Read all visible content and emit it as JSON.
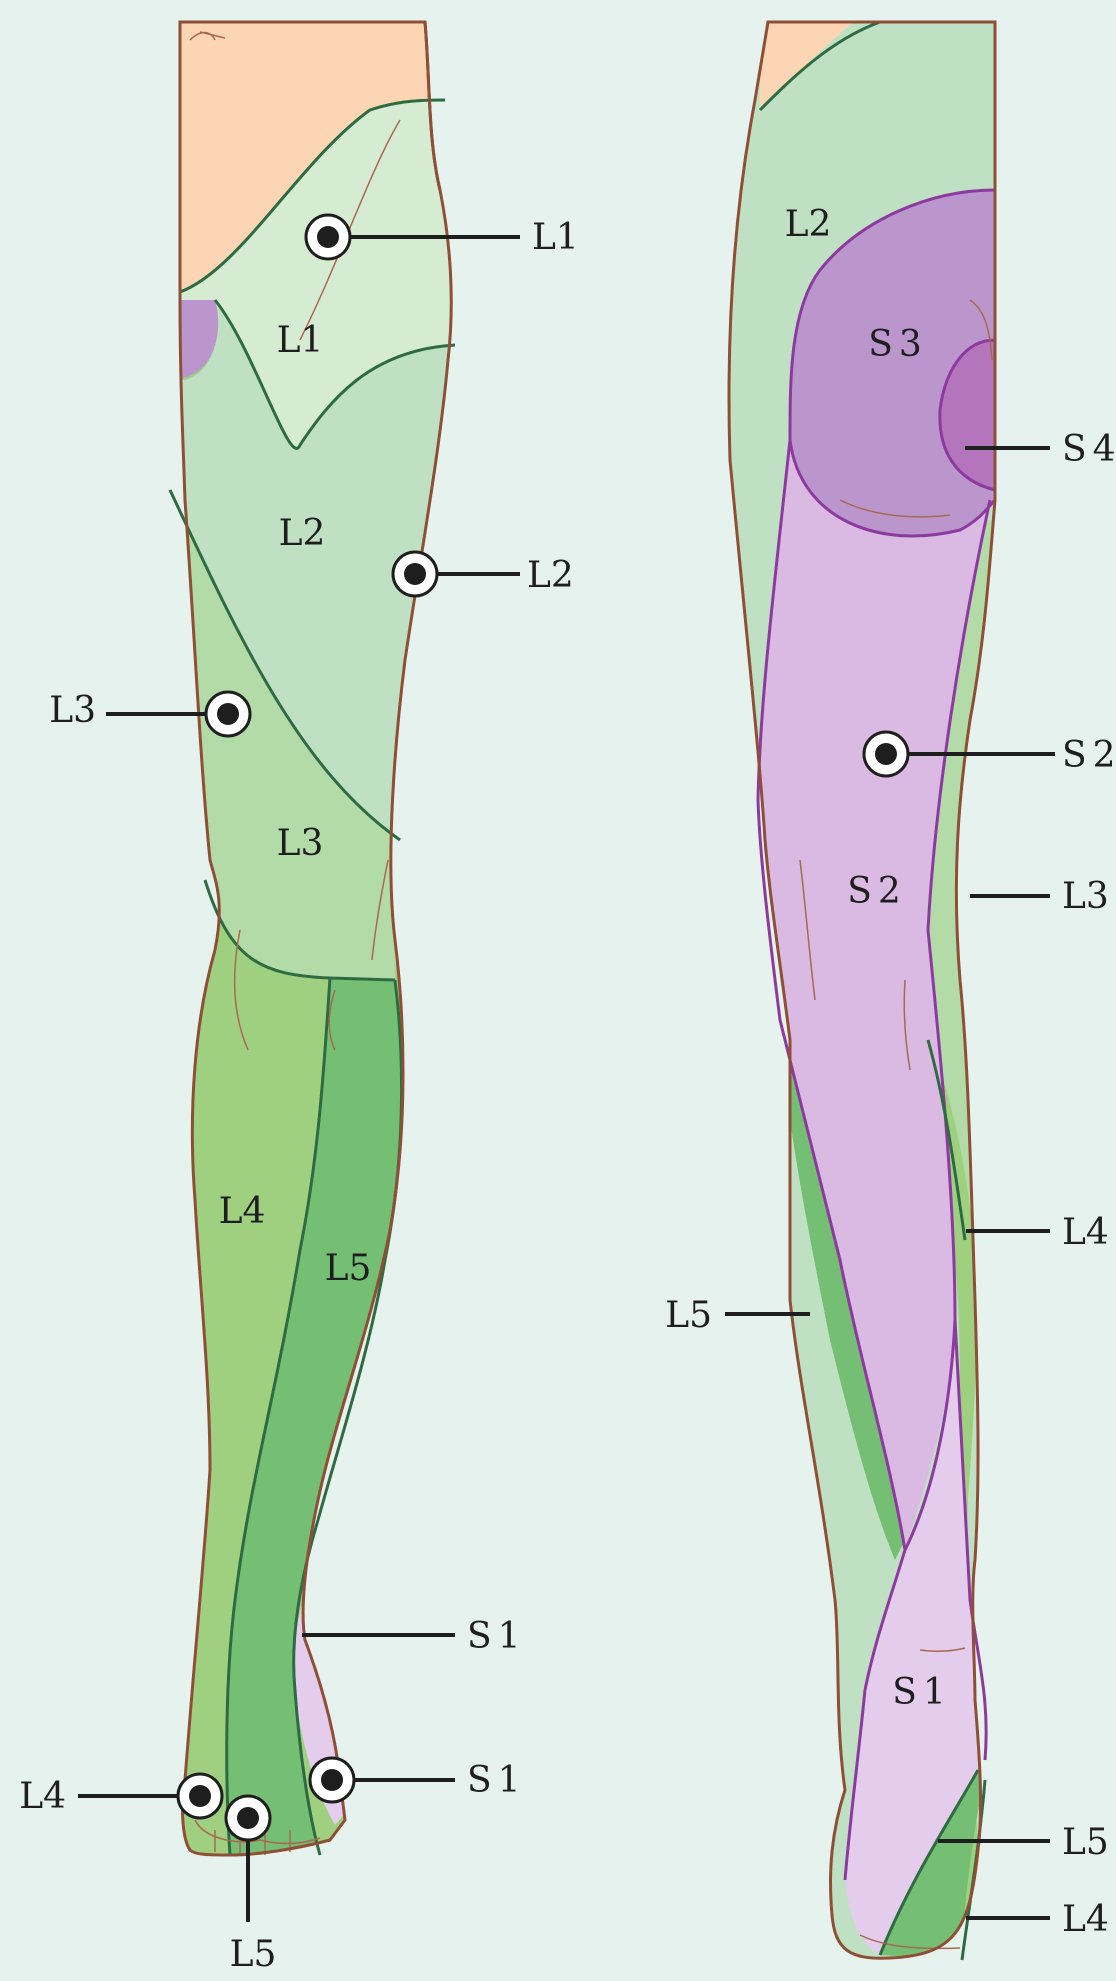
{
  "colors": {
    "background": "#e6f2ee",
    "skin": "#fcd6b4",
    "L1": "#d6ecd2",
    "L2": "#bfe0c2",
    "L3": "#b3dba8",
    "L4": "#9fd080",
    "L5": "#74bf74",
    "S1": "#e4ccec",
    "S2": "#dab9e3",
    "S3": "#bb96cd",
    "S4": "#b575bd",
    "outline": "#8e4f36",
    "boundary_green": "#2f6b42",
    "boundary_purple": "#8d3aa0"
  },
  "front_view": {
    "regions": {
      "L1": "L1",
      "L2": "L2",
      "L3": "L3",
      "L4": "L4",
      "L5": "L5"
    },
    "callouts": {
      "l1": "L1",
      "l2": "L2",
      "l3": "L3",
      "s1_top": "S1",
      "s1_bottom": "S1",
      "l4": "L4",
      "l5": "L5"
    }
  },
  "back_view": {
    "regions": {
      "L2": "L2",
      "S3": "S3",
      "S2": "S2",
      "S1": "S1"
    },
    "callouts": {
      "s4": "S4",
      "s2": "S2",
      "l3": "L3",
      "l4": "L4",
      "l5_left": "L5",
      "l5_foot": "L5",
      "l4_foot": "L4"
    }
  },
  "icons": {
    "test_point": "test-point-icon"
  }
}
